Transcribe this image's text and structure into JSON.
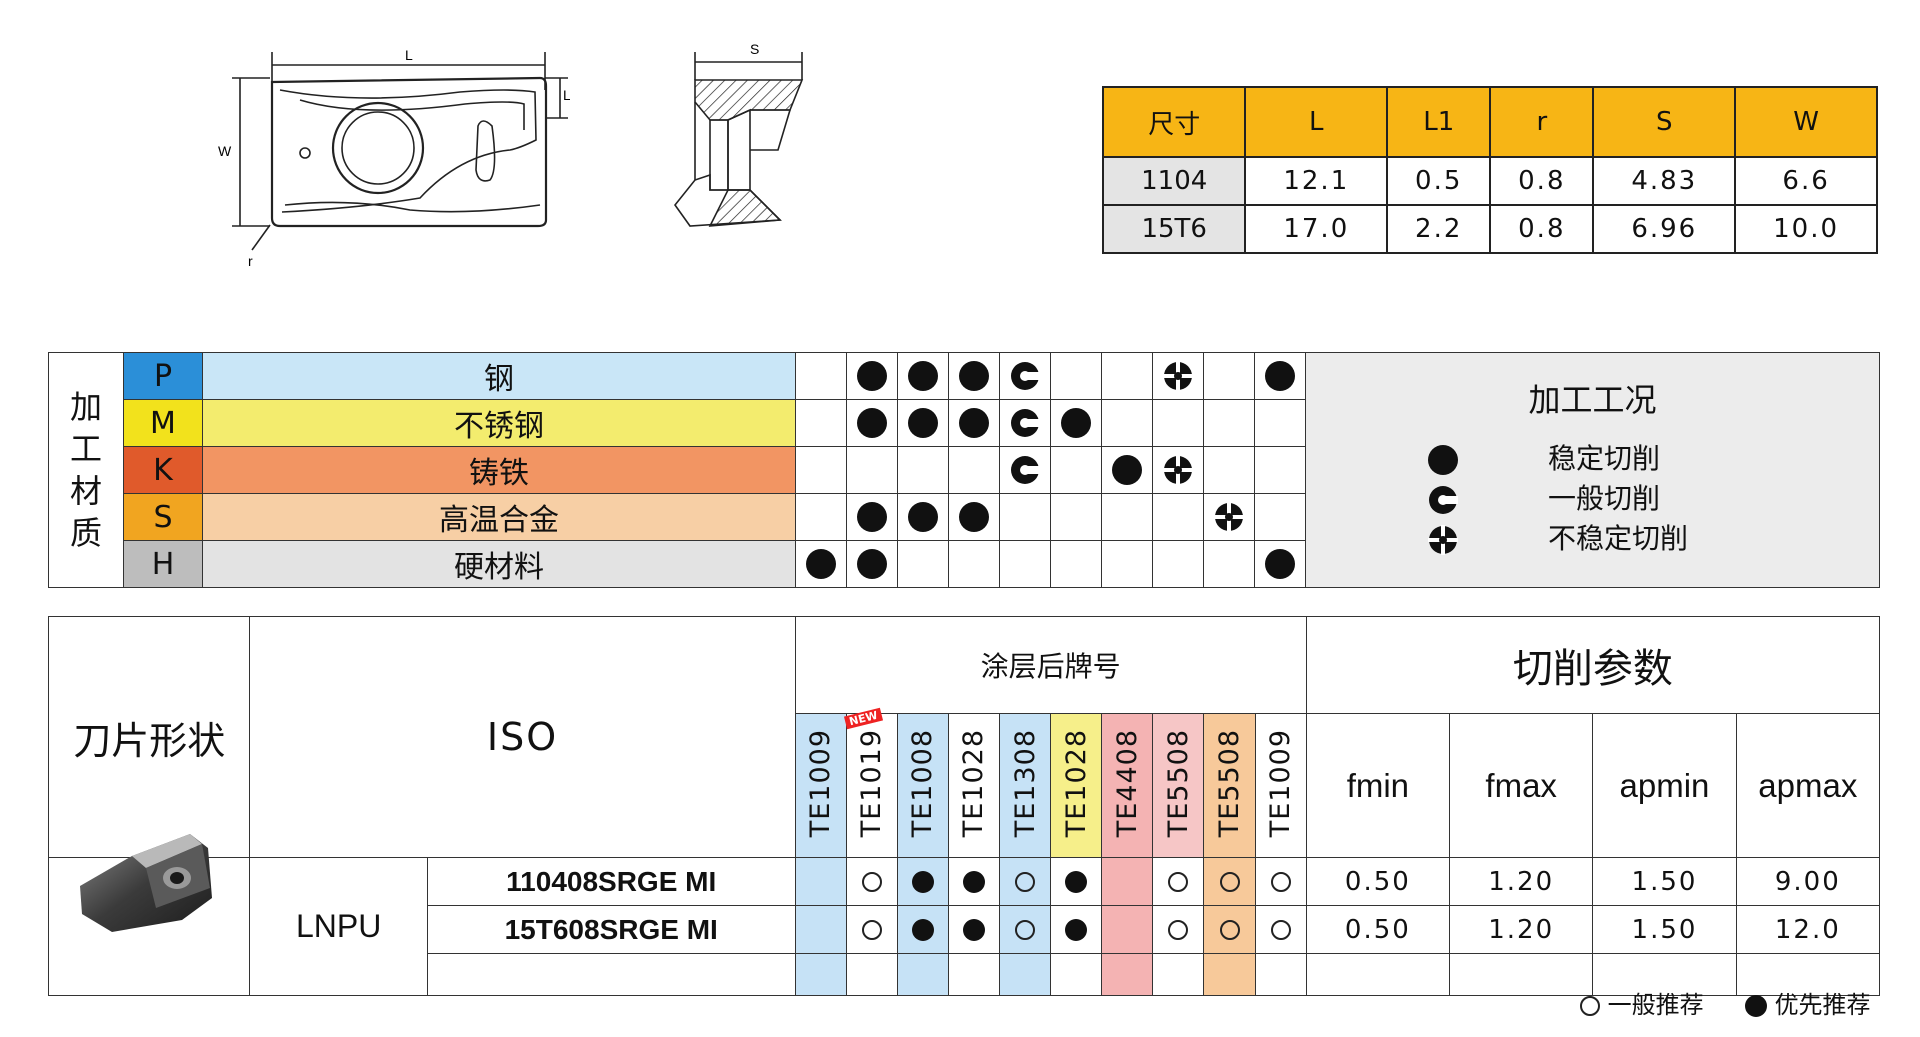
{
  "drawing": {
    "L": "L",
    "L1": "L1",
    "W": "W",
    "r": "r",
    "S": "S"
  },
  "dimensions": {
    "headers": [
      "尺寸",
      "L",
      "L1",
      "r",
      "S",
      "W"
    ],
    "rows": [
      [
        "1104",
        "12.1",
        "0.5",
        "0.8",
        "4.83",
        "6.6"
      ],
      [
        "15T6",
        "17.0",
        "2.2",
        "0.8",
        "6.96",
        "10.0"
      ]
    ]
  },
  "materials": {
    "side_label": [
      "加",
      "工",
      "材",
      "质"
    ],
    "rows": [
      {
        "code": "P",
        "name": "钢",
        "code_color": "#2b8fd8",
        "bg": "#c9e6f7",
        "symbols": [
          "",
          "good",
          "good",
          "good",
          "fair",
          "",
          "",
          "poor",
          "",
          "good"
        ]
      },
      {
        "code": "M",
        "name": "不锈钢",
        "code_color": "#f2e21c",
        "bg": "#f3ec6e",
        "symbols": [
          "",
          "good",
          "good",
          "good",
          "fair",
          "good",
          "",
          "",
          "",
          ""
        ]
      },
      {
        "code": "K",
        "name": "铸铁",
        "code_color": "#e05a2b",
        "bg": "#f29563",
        "symbols": [
          "",
          "",
          "",
          "",
          "fair",
          "",
          "good",
          "poor",
          "",
          ""
        ]
      },
      {
        "code": "S",
        "name": "高温合金",
        "code_color": "#f1a520",
        "bg": "#f7cfa5",
        "symbols": [
          "",
          "good",
          "good",
          "good",
          "",
          "",
          "",
          "",
          "poor",
          ""
        ]
      },
      {
        "code": "H",
        "name": "硬材料",
        "code_color": "#bdbdbd",
        "bg": "#e3e3e3",
        "symbols": [
          "good",
          "good",
          "",
          "",
          "",
          "",
          "",
          "",
          "",
          "good"
        ]
      }
    ],
    "legend": {
      "title": "加工工况",
      "good": "稳定切削",
      "fair": "一般切削",
      "poor": "不稳定切削"
    }
  },
  "product": {
    "shape_header": "刀片形状",
    "iso_header": "ISO",
    "grades_header": "涂层后牌号",
    "params_header": "切削参数",
    "grades": [
      {
        "name": "TE1009",
        "bg": "#c6e2f6"
      },
      {
        "name": "TE1019",
        "bg": "#ffffff",
        "badge": "NEW"
      },
      {
        "name": "TE1008",
        "bg": "#c6e2f6"
      },
      {
        "name": "TE1028",
        "bg": "#ffffff"
      },
      {
        "name": "TE1308",
        "bg": "#c6e2f6"
      },
      {
        "name": "TE1028",
        "bg": "#f6ef8a"
      },
      {
        "name": "TE4408",
        "bg": "#f4b3b3"
      },
      {
        "name": "TE5508",
        "bg": "#f6c6c6"
      },
      {
        "name": "TE5508",
        "bg": "#f7c99a"
      },
      {
        "name": "TE1009",
        "bg": "#ffffff"
      }
    ],
    "params": [
      "fmin",
      "fmax",
      "apmin",
      "apmax"
    ],
    "family": "LNPU",
    "rows": [
      {
        "code": "110408SRGE MI",
        "marks": [
          "",
          "open",
          "solid",
          "solid",
          "open",
          "solid",
          "",
          "open",
          "open",
          "open"
        ],
        "values": [
          "0.50",
          "1.20",
          "1.50",
          "9.00"
        ]
      },
      {
        "code": "15T608SRGE MI",
        "marks": [
          "",
          "open",
          "solid",
          "solid",
          "open",
          "solid",
          "",
          "open",
          "open",
          "open"
        ],
        "values": [
          "0.50",
          "1.20",
          "1.50",
          "12.0"
        ]
      }
    ]
  },
  "footer": {
    "open_label": "一般推荐",
    "solid_label": "优先推荐"
  }
}
